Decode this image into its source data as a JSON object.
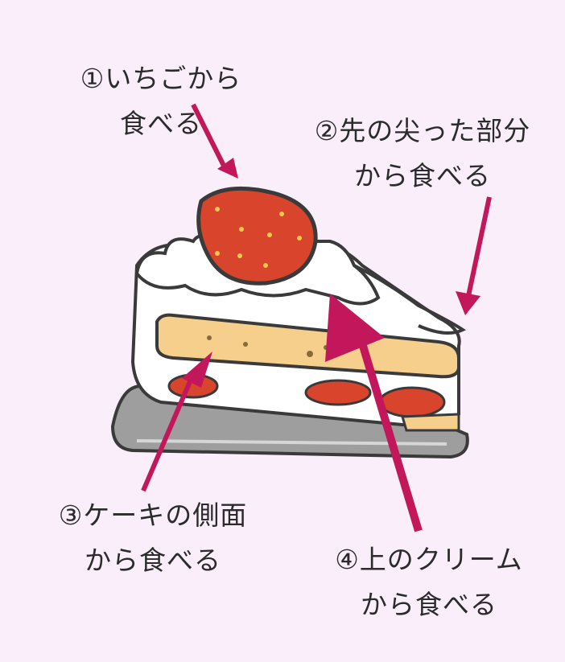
{
  "labels": {
    "step1": {
      "line1": "①いちごから",
      "line2": "食べる"
    },
    "step2": {
      "line1": "②先の尖った部分",
      "line2": "から食べる"
    },
    "step3": {
      "line1": "③ケーキの側面",
      "line2": "から食べる"
    },
    "step4": {
      "line1": "④上のクリーム",
      "line2": "から食べる"
    }
  },
  "colors": {
    "background": "#f9eefa",
    "arrow": "#c2185b",
    "strawberry": "#d9442c",
    "sponge": "#f7cf8c",
    "cream": "#ffffff",
    "foil": "#a9a9a9",
    "outline": "#3a3a3a"
  }
}
